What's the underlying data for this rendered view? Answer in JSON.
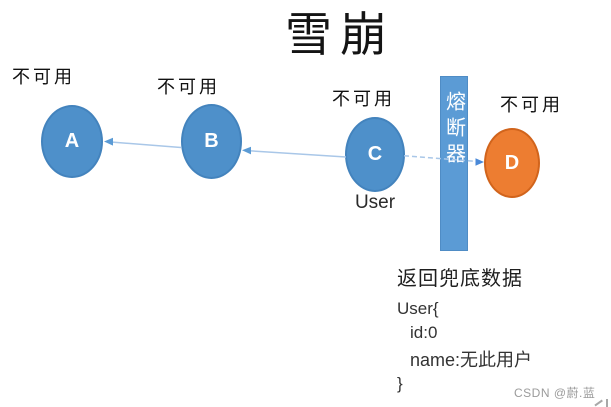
{
  "title": "雪崩",
  "diagram": {
    "nodes": [
      {
        "id": "A",
        "label": "A",
        "status": "不可用"
      },
      {
        "id": "B",
        "label": "B",
        "status": "不可用"
      },
      {
        "id": "C",
        "label": "C",
        "status": "不可用"
      },
      {
        "id": "D",
        "label": "D",
        "status": "不可用"
      }
    ],
    "user_label": "User",
    "circuit_breaker": {
      "label": "熔断器"
    },
    "arrows": [
      {
        "from": "B",
        "to": "A"
      },
      {
        "from": "C",
        "to": "B"
      },
      {
        "from": "C",
        "to": "D",
        "style": "dashed"
      }
    ]
  },
  "fallback": {
    "heading": "返回兜底数据",
    "code_lines": [
      "User{",
      "id:0",
      "name:无此用户",
      "}"
    ]
  },
  "watermark": "CSDN @蔚.蓝",
  "colors": {
    "node_blue": "#4e90ca",
    "bar_blue": "#5b9bd5",
    "node_orange": "#ed7d31",
    "arrow_line": "#a9c7e8",
    "arrow_head_light": "#5b9bd5",
    "arrow_head_dark": "#4a89d8",
    "watermark_gray": "#9b9b9b"
  }
}
